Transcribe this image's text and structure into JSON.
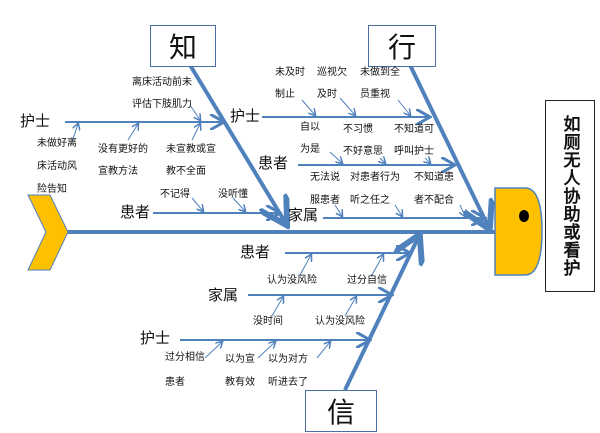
{
  "colors": {
    "bone": "#4f81bd",
    "head": "#ffc000"
  },
  "problem": "如厕无人协助或看护",
  "categories": {
    "zhi": {
      "title": "知",
      "nurse": {
        "label": "护士",
        "causes": [
          [
            "离床活动前未",
            "评估下肢肌力"
          ],
          [
            "未做好离",
            "床活动风",
            "险告知"
          ],
          [
            "没有更好的",
            "宣教方法"
          ],
          [
            "未宣教或宣",
            "教不全面"
          ]
        ]
      },
      "patient": {
        "label": "患者",
        "causes": [
          [
            "不记得"
          ],
          [
            "没听懂"
          ]
        ]
      }
    },
    "xing": {
      "title": "行",
      "nurse": {
        "label": "护士",
        "causes": [
          [
            "未及时",
            "制止"
          ],
          [
            "巡视欠",
            "及时"
          ],
          [
            "未做到全",
            "员重视"
          ]
        ]
      },
      "patient": {
        "label": "患者",
        "causes": [
          [
            "自以",
            "为是"
          ],
          [
            "不习惯",
            "不好意思"
          ],
          [
            "不知道可",
            "呼叫护士"
          ]
        ]
      },
      "family": {
        "label": "家属",
        "causes": [
          [
            "无法说",
            "服患者"
          ],
          [
            "对患者行为",
            "听之任之"
          ],
          [
            "不知道患",
            "者不配合"
          ]
        ]
      }
    },
    "xin": {
      "title": "信",
      "patient": {
        "label": "患者",
        "causes": [
          [
            "认为没风险"
          ],
          [
            "过分自信"
          ]
        ]
      },
      "family": {
        "label": "家属",
        "causes": [
          [
            "没时间"
          ],
          [
            "认为没风险"
          ]
        ]
      },
      "nurse": {
        "label": "护士",
        "causes": [
          [
            "过分相信",
            "患者"
          ],
          [
            "以为宣",
            "教有效"
          ],
          [
            "以为对方",
            "听进去了"
          ]
        ]
      }
    }
  }
}
